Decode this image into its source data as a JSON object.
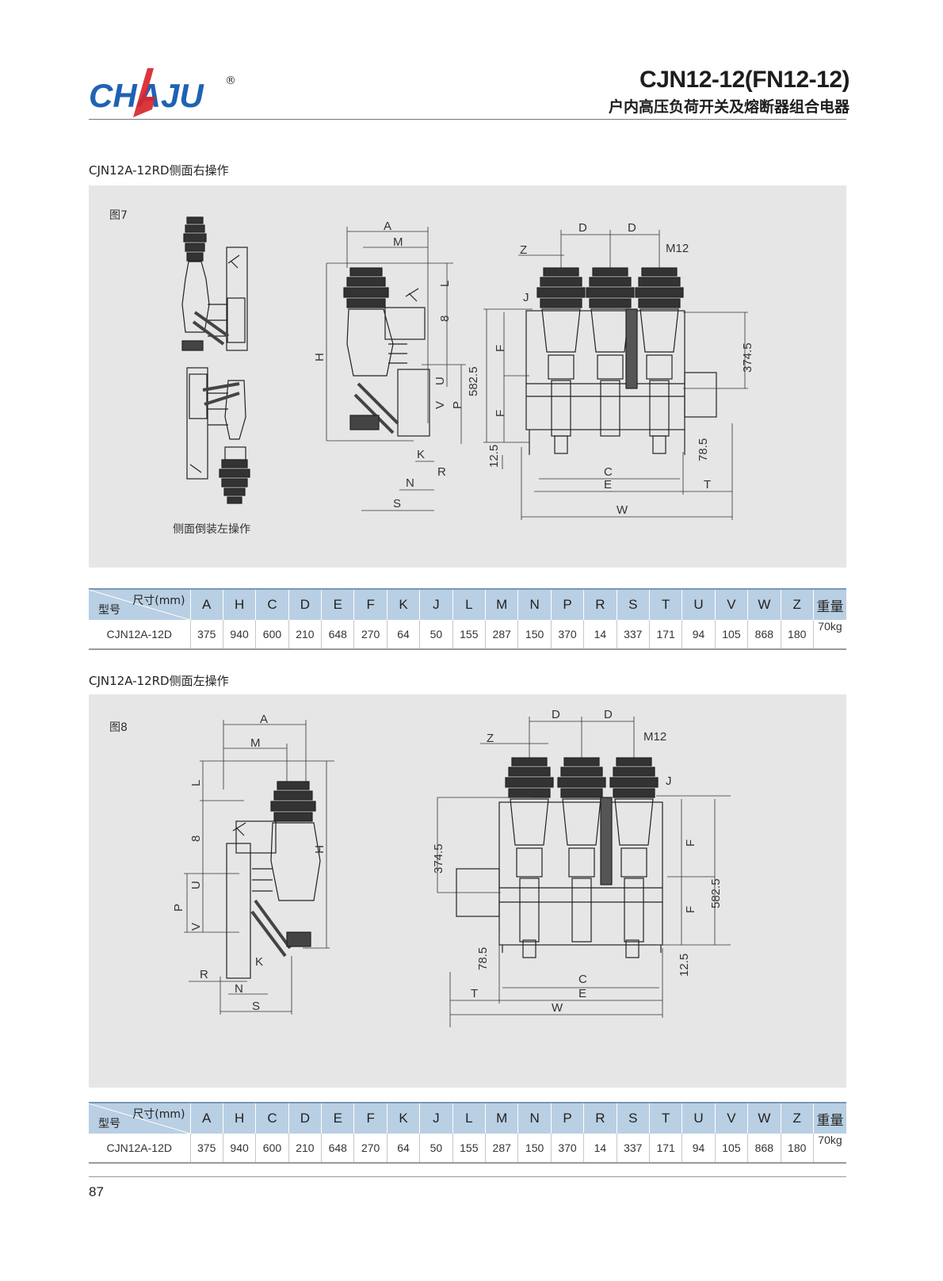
{
  "header": {
    "brand": "CHAJU",
    "registered": "®",
    "title": "CJN12-12(FN12-12)",
    "subtitle": "户内高压负荷开关及熔断器组合电器"
  },
  "section1": {
    "title": "CJN12A-12RD侧面右操作",
    "figure_label": "图7",
    "inverted_caption": "侧面倒装左操作"
  },
  "section2": {
    "title": "CJN12A-12RD侧面左操作",
    "figure_label": "图8"
  },
  "dimension_labels": {
    "A": "A",
    "M": "M",
    "L": "L",
    "H": "H",
    "eight": "8",
    "U": "U",
    "V": "V",
    "P": "P",
    "K": "K",
    "R": "R",
    "N": "N",
    "S": "S",
    "D": "D",
    "Z": "Z",
    "M12": "M12",
    "J": "J",
    "F": "F",
    "v374": "374.5",
    "v582": "582.5",
    "v12": "12.5",
    "v78": "78.5",
    "C": "C",
    "E": "E",
    "T": "T",
    "W": "W"
  },
  "table": {
    "unit_label": "尺寸(mm)",
    "model_label": "型号",
    "columns": [
      "A",
      "H",
      "C",
      "D",
      "E",
      "F",
      "K",
      "J",
      "L",
      "M",
      "N",
      "P",
      "R",
      "S",
      "T",
      "U",
      "V",
      "W",
      "Z",
      "重量"
    ],
    "rows": [
      {
        "model": "CJN12A-12D",
        "values": [
          "375",
          "940",
          "600",
          "210",
          "648",
          "270",
          "64",
          "50",
          "155",
          "287",
          "150",
          "370",
          "14",
          "337",
          "171",
          "94",
          "105",
          "868",
          "180",
          "70kg"
        ]
      }
    ]
  },
  "table2": {
    "unit_label": "尺寸(mm)",
    "model_label": "型号",
    "columns": [
      "A",
      "H",
      "C",
      "D",
      "E",
      "F",
      "K",
      "J",
      "L",
      "M",
      "N",
      "P",
      "R",
      "S",
      "T",
      "U",
      "V",
      "W",
      "Z",
      "重量"
    ],
    "rows": [
      {
        "model": "CJN12A-12D",
        "values": [
          "375",
          "940",
          "600",
          "210",
          "648",
          "270",
          "64",
          "50",
          "155",
          "287",
          "150",
          "370",
          "14",
          "337",
          "171",
          "94",
          "105",
          "868",
          "180",
          "70kg"
        ]
      }
    ]
  },
  "footer": {
    "page_number": "87"
  },
  "colors": {
    "brand_blue": "#1f62b4",
    "brand_red": "#d7262d",
    "panel_gray": "#e6e6e6",
    "table_header_blue": "#b9cfe3"
  }
}
